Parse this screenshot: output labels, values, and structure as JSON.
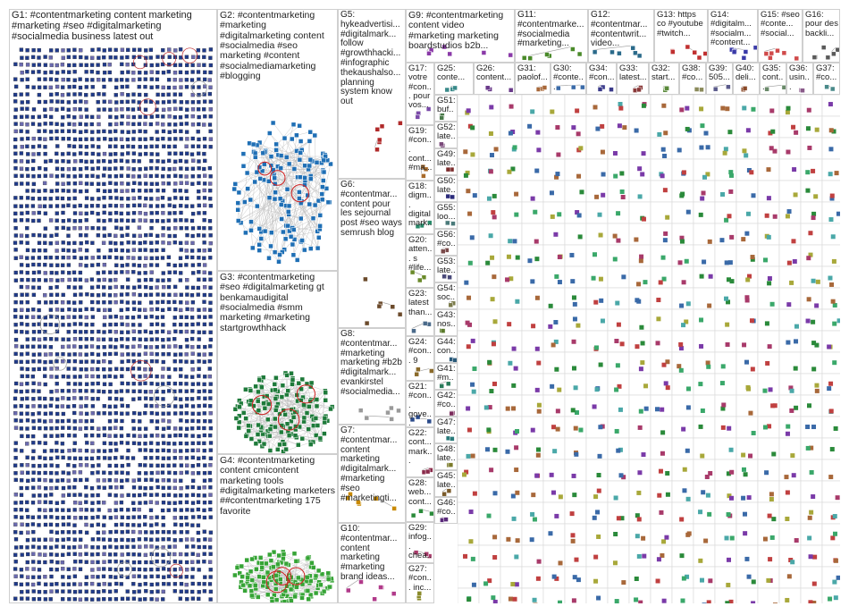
{
  "groups": [
    {
      "id": "G1",
      "label": "G1: #contentmarketing content marketing #marketing #seo #digitalmarketing #socialmedia business latest out",
      "color": "#1f3a8a"
    },
    {
      "id": "G2",
      "label": "G2: #contentmarketing #marketing #digitalmarketing content #socialmedia #seo marketing #content #socialmediamarketing #blogging",
      "color": "#1f6fb5"
    },
    {
      "id": "G3",
      "label": "G3: #contentmarketing #seo #digitalmarketing gt benkamaudigital #socialmedia #smm marketing #marketing startgrowthhack",
      "color": "#1e7a3a"
    },
    {
      "id": "G4",
      "label": "G4: #contentmarketing content cmicontent marketing tools #digitalmarketing marketers ##contentmarketing 175 favorite",
      "color": "#36a436"
    },
    {
      "id": "G5",
      "label": "G5: hykeadvertisi... #digitalmark... follow #growthhacki... #infographic thekaushalso... planning system know out",
      "color": "#b02a2a"
    },
    {
      "id": "G6",
      "label": "G6: #contentmar... content pour les sejournal post #seo ways semrush blog",
      "color": "#6b4a2b"
    },
    {
      "id": "G7",
      "label": "G7: #contentmar... content marketing #digitalmark... #marketing #seo #marketingti...",
      "color": "#c98a00"
    },
    {
      "id": "G8",
      "label": "G8: #contentmar... #marketing marketing #b2b #digitalmark... evankirstel #socialmedia...",
      "color": "#9a9a9a"
    },
    {
      "id": "G9",
      "label": "G9: #contentmarketing content video #marketing marketing boardstudios b2b...",
      "color": "#8a3aa8"
    },
    {
      "id": "G10",
      "label": "G10: #contentmar... content marketing #marketing brand ideas...",
      "color": "#b13a8a"
    },
    {
      "id": "G11",
      "label": "G11: #contentmarke... #socialmedia #marketing...",
      "color": "#4a8a2a"
    },
    {
      "id": "G12",
      "label": "G12: #contentmar... #contentwrit... video...",
      "color": "#2a6a8a"
    },
    {
      "id": "G13",
      "label": "G13: https co #youtube #twitch...",
      "color": "#c03030"
    },
    {
      "id": "G14",
      "label": "G14: #digitalm... #socialm... #content...",
      "color": "#3a3aa8"
    },
    {
      "id": "G15",
      "label": "G15: #seo #conte... #social...",
      "color": "#d04a4a"
    },
    {
      "id": "G16",
      "label": "G16: pour des backli...",
      "color": "#5a5a5a"
    },
    {
      "id": "G17",
      "label": "G17: votre #con... pour vos...",
      "color": "#7a4aa8"
    },
    {
      "id": "G18",
      "label": "G18: digm... digital mark...",
      "color": "#2a8a6a"
    },
    {
      "id": "G19",
      "label": "G19: #con... cont... #ma...",
      "color": "#a86a2a"
    },
    {
      "id": "G20",
      "label": "G20: atten... s #life...",
      "color": "#6a8a2a"
    },
    {
      "id": "G21",
      "label": "G21: #con... gove...",
      "color": "#2a4a8a"
    },
    {
      "id": "G22",
      "label": "G22: cont... mark...",
      "color": "#8a2a4a"
    },
    {
      "id": "G23",
      "label": "G23: latest than...",
      "color": "#4a6a8a"
    },
    {
      "id": "G24",
      "label": "G24: #con... 9",
      "color": "#8a6a2a"
    },
    {
      "id": "G25",
      "label": "G25: conte...",
      "color": "#3a8a8a"
    },
    {
      "id": "G26",
      "label": "G26: content...",
      "color": "#6a3a8a"
    },
    {
      "id": "G27",
      "label": "G27: #con... inc...",
      "color": "#8a8a2a"
    },
    {
      "id": "G28",
      "label": "G28: web... cont...",
      "color": "#2a8a3a"
    },
    {
      "id": "G29",
      "label": "G29: infog... chea...",
      "color": "#a83a6a"
    },
    {
      "id": "G30",
      "label": "G30: #conte...",
      "color": "#3a6aa8"
    },
    {
      "id": "G31",
      "label": "G31: paolof...",
      "color": "#a8683a"
    },
    {
      "id": "G32",
      "label": "G32: start...",
      "color": "#5a8a3a"
    },
    {
      "id": "G33",
      "label": "G33: latest...",
      "color": "#8a3a3a"
    },
    {
      "id": "G34",
      "label": "G34: #con...",
      "color": "#3a3a8a"
    },
    {
      "id": "G35",
      "label": "G35: cont...",
      "color": "#6a8a6a"
    },
    {
      "id": "G36",
      "label": "G36: usin...",
      "color": "#8a5a8a"
    },
    {
      "id": "G37",
      "label": "G37: #co...",
      "color": "#4a8a8a"
    },
    {
      "id": "G38",
      "label": "G38: #co...",
      "color": "#8a8a5a"
    },
    {
      "id": "G39",
      "label": "G39: 505...",
      "color": "#5a5a8a"
    },
    {
      "id": "G40",
      "label": "G40: deli...",
      "color": "#8a4a2a"
    },
    {
      "id": "G41",
      "label": "G41: #m...",
      "color": "#2a7a5a"
    },
    {
      "id": "G42",
      "label": "G42: #co...",
      "color": "#7a2a5a"
    },
    {
      "id": "G43",
      "label": "G43: nos...",
      "color": "#5a7a2a"
    },
    {
      "id": "G44",
      "label": "G44: con...",
      "color": "#2a5a7a"
    },
    {
      "id": "G45",
      "label": "G45: late...",
      "color": "#7a5a2a"
    },
    {
      "id": "G46",
      "label": "G46: #co...",
      "color": "#5a2a7a"
    },
    {
      "id": "G47",
      "label": "G47: late...",
      "color": "#2a7a7a"
    },
    {
      "id": "G48",
      "label": "G48: late...",
      "color": "#7a7a2a"
    },
    {
      "id": "G49",
      "label": "G49: late...",
      "color": "#7a2a2a"
    },
    {
      "id": "G50",
      "label": "G50: late...",
      "color": "#2a2a7a"
    },
    {
      "id": "G51",
      "label": "G51: buf...",
      "color": "#4a7a4a"
    },
    {
      "id": "G52",
      "label": "G52: late...",
      "color": "#7a4a7a"
    },
    {
      "id": "G53",
      "label": "G53: late...",
      "color": "#4a4a7a"
    },
    {
      "id": "G54",
      "label": "G54: soc...",
      "color": "#7a7a4a"
    },
    {
      "id": "G55",
      "label": "G55: loo...",
      "color": "#4a7a7a"
    },
    {
      "id": "G56",
      "label": "G56: #co...",
      "color": "#7a4a4a"
    }
  ]
}
